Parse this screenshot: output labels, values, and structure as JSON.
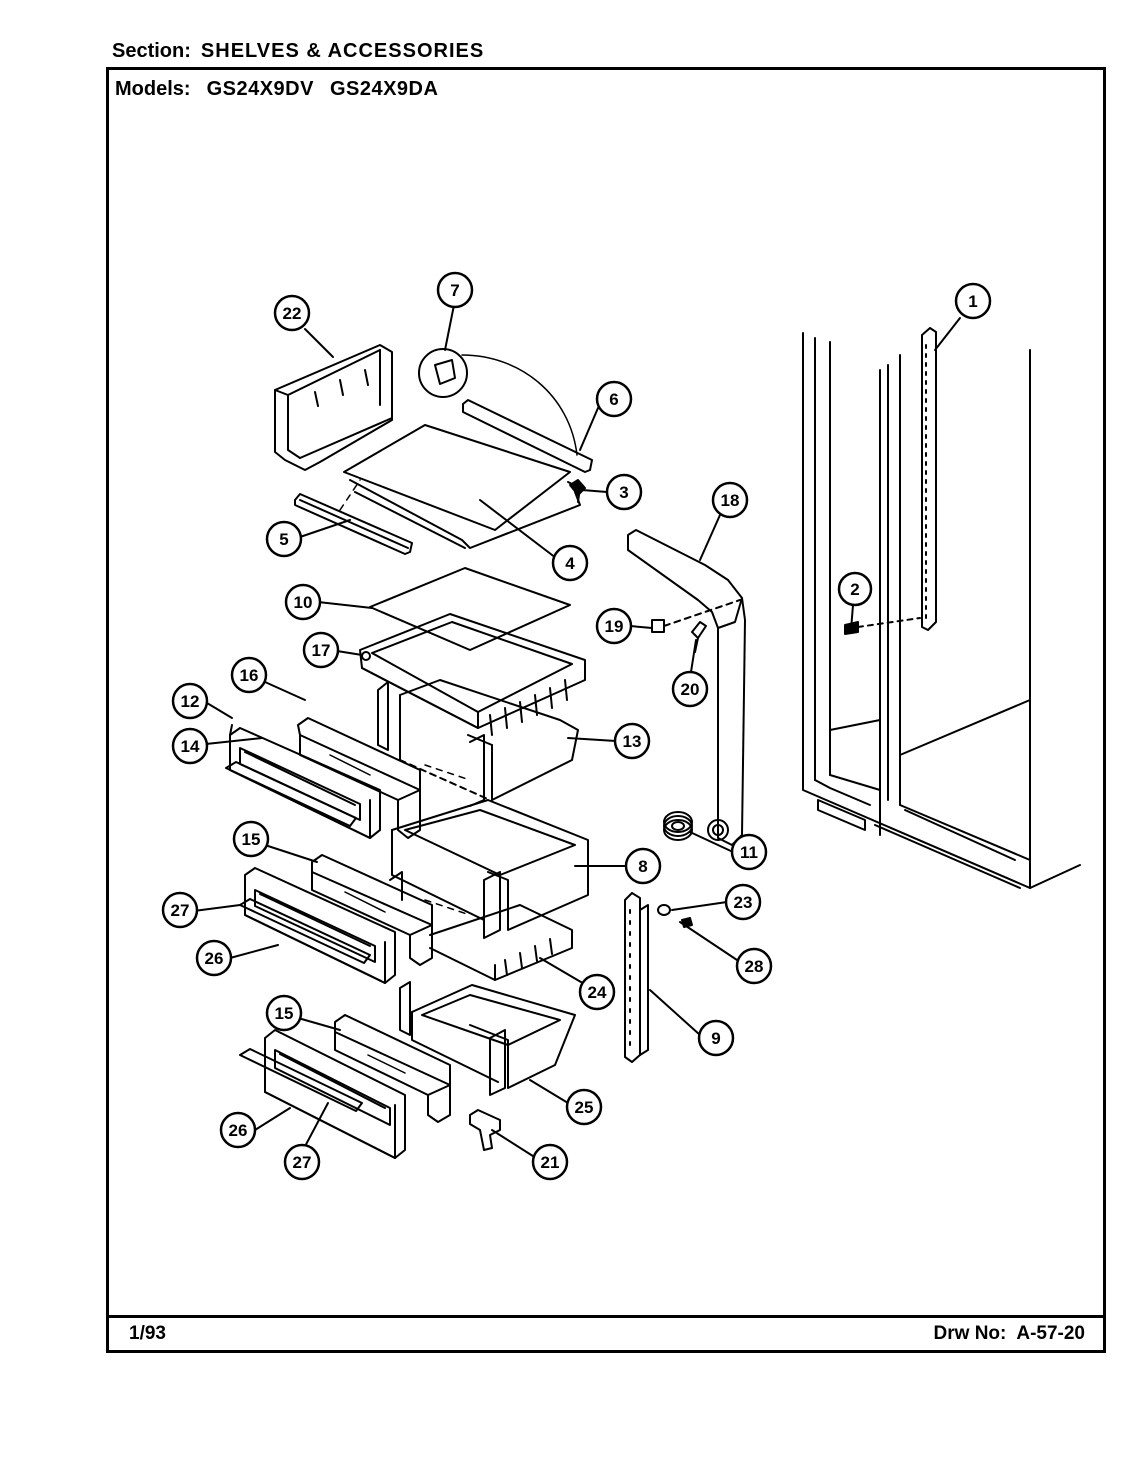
{
  "header": {
    "section_label": "Section:",
    "section_value": "SHELVES & ACCESSORIES",
    "models_label": "Models:",
    "models": [
      "GS24X9DV",
      "GS24X9DA"
    ]
  },
  "footer": {
    "date": "1/93",
    "drawing_label": "Drw No:",
    "drawing_number": "A-57-20"
  },
  "callouts": [
    "1",
    "2",
    "3",
    "4",
    "5",
    "6",
    "7",
    "8",
    "9",
    "10",
    "11",
    "12",
    "13",
    "14",
    "15",
    "15",
    "16",
    "17",
    "18",
    "19",
    "20",
    "21",
    "22",
    "23",
    "24",
    "25",
    "26",
    "26",
    "27",
    "27",
    "28"
  ]
}
